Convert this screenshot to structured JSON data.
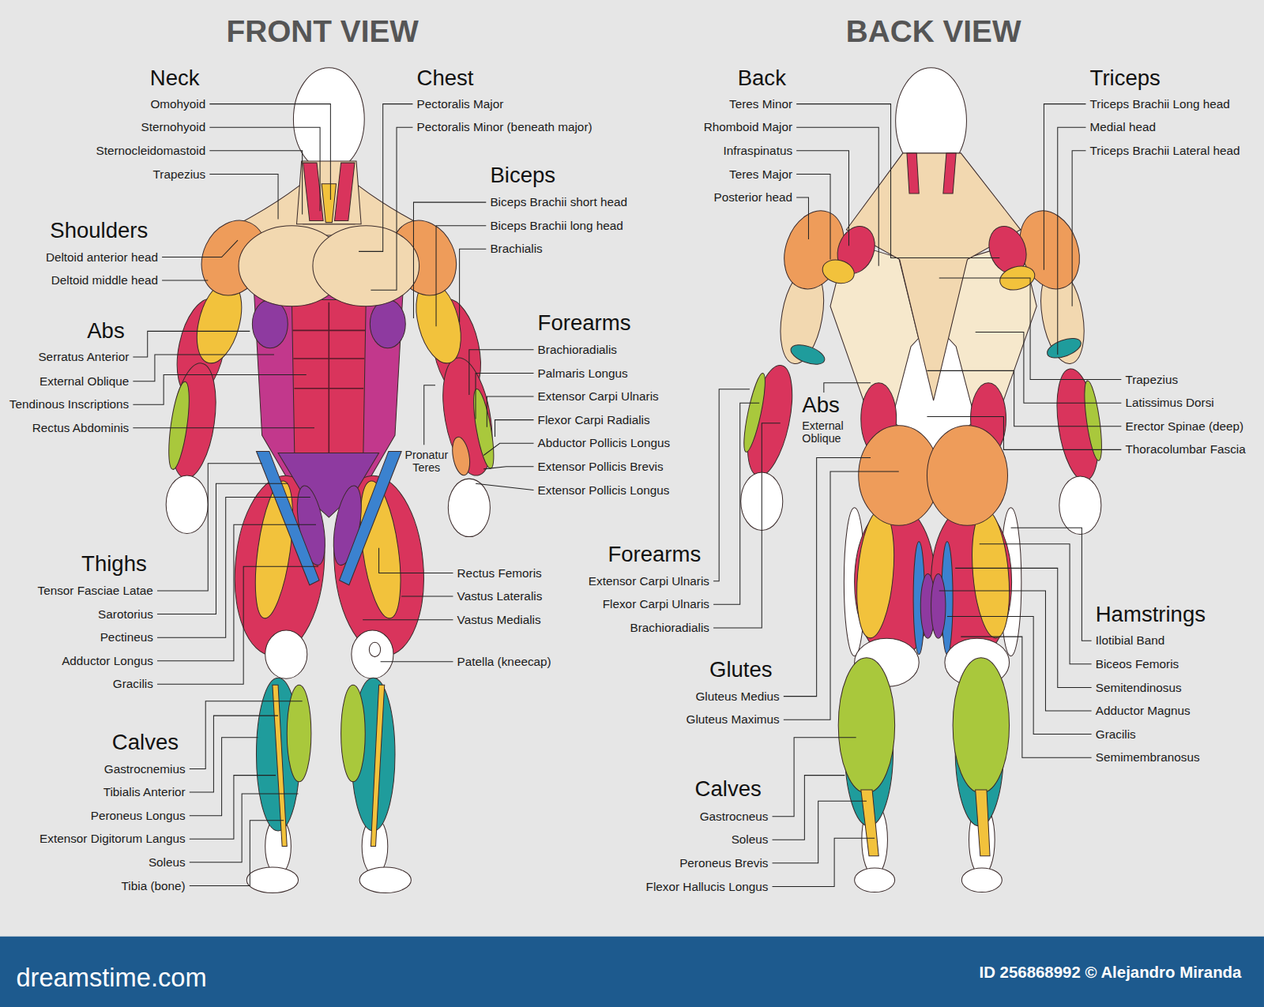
{
  "diagram": {
    "labels": [
      "FRONT VIEW",
      "BACK VIEW",
      "Neck",
      "Omohyoid",
      "Sternohyoid",
      "Sternocleidomastoid",
      "Trapezius",
      "Chest",
      "Pectoralis Major",
      "Pectoralis Minor (beneath major)",
      "Biceps",
      "Biceps Brachii short head",
      "Biceps Brachii long head",
      "Brachialis",
      "Shoulders",
      "Deltoid anterior head",
      "Deltoid middle head",
      "Abs",
      "Serratus Anterior",
      "External Oblique",
      "Tendinous Inscriptions",
      "Rectus Abdominis",
      "Forearms",
      "Brachioradialis",
      "Palmaris Longus",
      "Extensor Carpi Ulnaris",
      "Flexor Carpi Radialis",
      "Abductor Pollicis Longus",
      "Extensor Pollicis Brevis",
      "Extensor Pollicis Longus",
      "Pronatur Teres",
      "Thighs",
      "Tensor Fasciae Latae",
      "Sarotorius",
      "Pectineus",
      "Adductor Longus",
      "Gracilis",
      "Rectus Femoris",
      "Vastus Lateralis",
      "Vastus Medialis",
      "Patella (kneecap)",
      "Calves",
      "Gastrocnemius",
      "Tibialis Anterior",
      "Peroneus Longus",
      "Extensor Digitorum Langus",
      "Soleus",
      "Tibia (bone)",
      "Back",
      "Teres Minor",
      "Rhomboid Major",
      "Infraspinatus",
      "Teres Major",
      "Posterior head",
      "Triceps",
      "Triceps Brachii Long head",
      "Medial head",
      "Triceps Brachii Lateral head",
      "Trapezius",
      "Latissimus Dorsi",
      "Erector Spinae (deep)",
      "Thoracolumbar Fascia",
      "Abs",
      "External Oblique",
      "Forearms",
      "Extensor Carpi Ulnaris",
      "Flexor Carpi Ulnaris",
      "Brachioradialis",
      "Glutes",
      "Gluteus Medius",
      "Gluteus Maximus",
      "Hamstrings",
      "Ilotibial Band",
      "Biceos Femoris",
      "Semitendinosus",
      "Adductor Magnus",
      "Gracilis",
      "Semimembranosus",
      "Calves",
      "Gastrocneus",
      "Soleus",
      "Peroneus Brevis",
      "Flexor Hallucis Longus",
      "dreamstime.com",
      "ID 256868992 © Alejandro Miranda"
    ]
  }
}
